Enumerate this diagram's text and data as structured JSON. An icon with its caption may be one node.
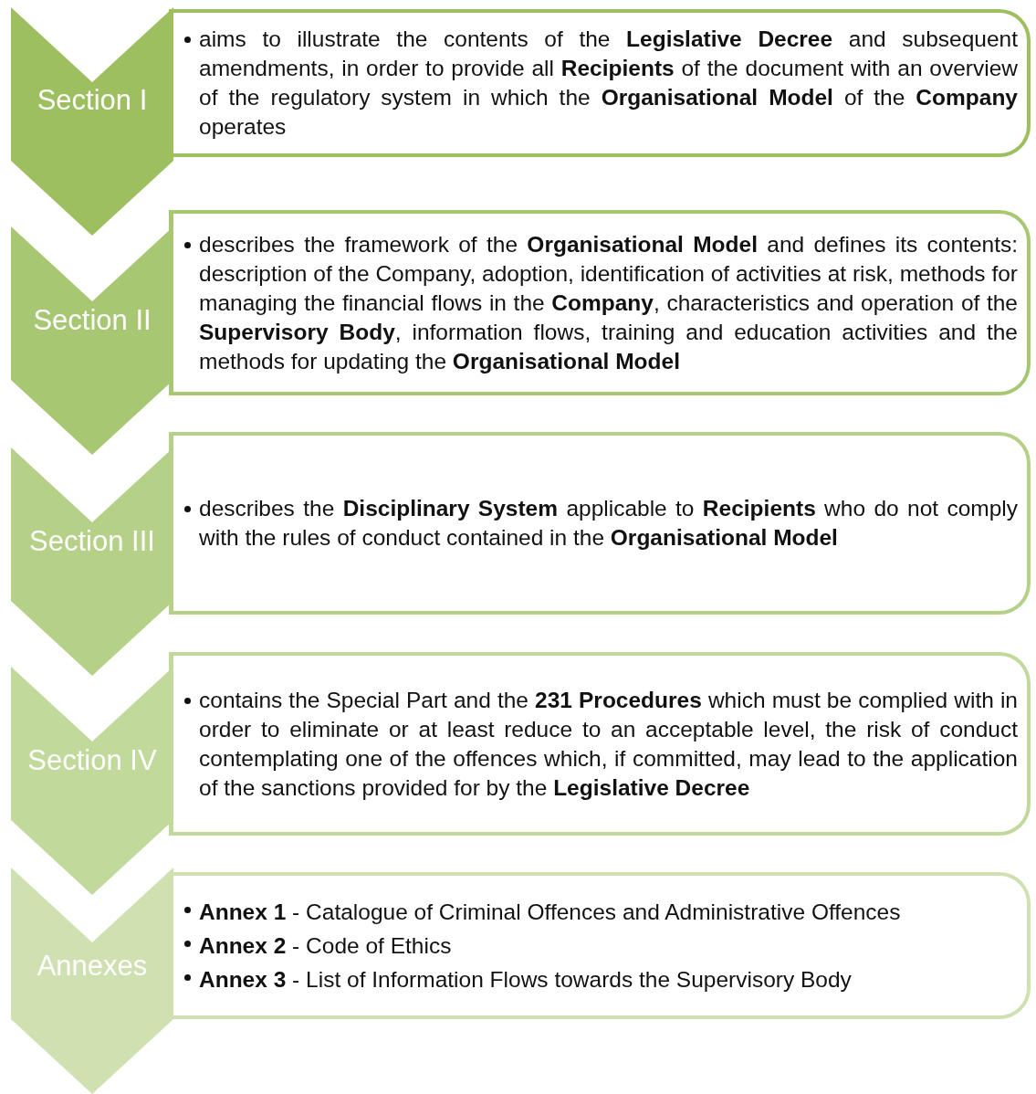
{
  "diagram": {
    "nodes": [
      {
        "text": [
          "Section I"
        ]
      },
      {
        "text": [
          "aims to illustrate the contents of the **Legislative Decree** and subsequent amendments, in order to provide all **Recipients** of the document with an overview of the regulatory system in which the **Organisational Model** of the **Company** operates"
        ]
      },
      {
        "text": [
          "Section II"
        ]
      },
      {
        "text": [
          "describes the framework of the **Organisational Model** and defines its contents: description of the Company, adoption, identification of activities at risk, methods for managing the financial flows in the **Company**, characteristics and operation of the **Supervisory Body**, information flows, training and education activities and the methods for updating the **Organisational Model**"
        ]
      },
      {
        "text": [
          "Section III"
        ]
      },
      {
        "text": [
          "describes the **Disciplinary System** applicable to **Recipients** who do not comply with the rules of conduct contained in the **Organisational Model**"
        ]
      },
      {
        "text": [
          "Section IV"
        ]
      },
      {
        "text": [
          "contains the Special Part and the **231 Procedures** which must be complied with in order to eliminate or at least reduce to an acceptable level, the risk of conduct contemplating one of the offences which, if committed, may lead to the application of the sanctions provided for by the **Legislative Decree**"
        ]
      },
      {
        "text": [
          "Annexes"
        ]
      },
      {
        "text": [
          "**Annex 1** - Catalogue of Criminal Offences and Administrative Offences",
          "**Annex 2** - Code of Ethics",
          "**Annex 3** - List of Information Flows towards the Supervisory Body"
        ]
      }
    ],
    "edges": []
  }
}
